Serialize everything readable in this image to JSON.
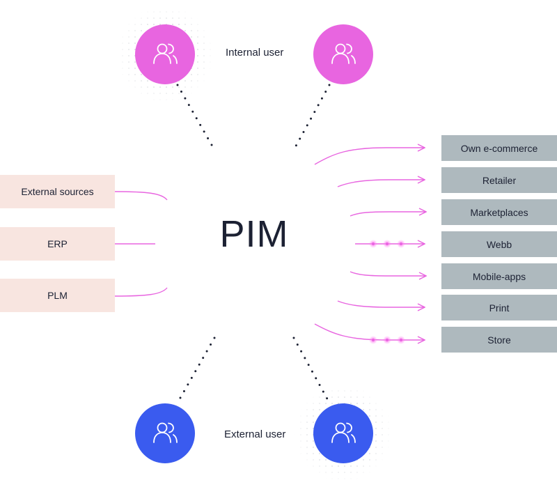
{
  "center": {
    "label": "PIM"
  },
  "users": {
    "internal_label": "Internal user",
    "external_label": "External user"
  },
  "sources": [
    {
      "label": "External sources"
    },
    {
      "label": "ERP"
    },
    {
      "label": "PLM"
    }
  ],
  "destinations": [
    {
      "label": "Own e-commerce"
    },
    {
      "label": "Retailer"
    },
    {
      "label": "Marketplaces"
    },
    {
      "label": "Webb"
    },
    {
      "label": "Mobile-apps"
    },
    {
      "label": "Print"
    },
    {
      "label": "Store"
    }
  ],
  "colors": {
    "internal_user": "#e865e0",
    "external_user": "#3a5bef",
    "source_box": "#f8e5e0",
    "destination_box": "#aeb9be",
    "connector": "#e865e0",
    "dotted_line": "#1c2133"
  },
  "icons": {
    "user": "users-icon"
  }
}
